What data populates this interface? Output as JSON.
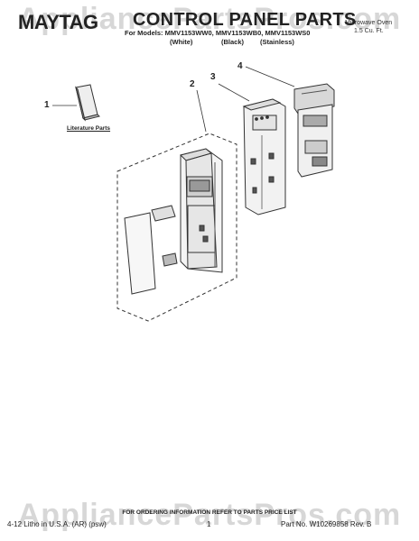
{
  "header": {
    "brand": "MAYTAG",
    "title": "CONTROL PANEL PARTS",
    "models_line": "For Models: MMV1153WW0, MMV1153WB0, MMV1153WS0",
    "color_white": "(White)",
    "color_black": "(Black)",
    "color_stainless": "(Stainless)",
    "product_line1": "Microwave Oven",
    "product_line2": "1.5 Cu. Ft."
  },
  "callouts": [
    "1",
    "2",
    "3",
    "4"
  ],
  "labels": {
    "literature": "Literature Parts"
  },
  "footer": {
    "ordering": "FOR ORDERING INFORMATION REFER TO PARTS PRICE LIST",
    "litho": "4-12 Litho in U.S.A. (AR) (psw)",
    "page": "1",
    "part_no": "Part No. W10269858 Rev. B"
  },
  "watermark": {
    "text": "AppliancePartsPros.com"
  }
}
